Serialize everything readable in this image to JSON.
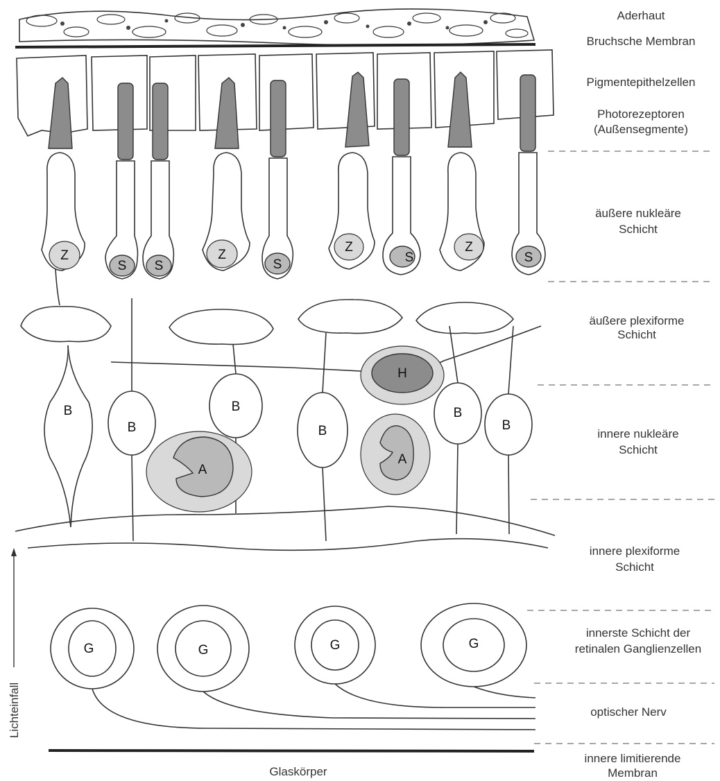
{
  "layers": [
    {
      "id": "aderhaut",
      "lines": [
        "Aderhaut"
      ]
    },
    {
      "id": "bruch",
      "lines": [
        "Bruchsche Membran"
      ]
    },
    {
      "id": "pigment",
      "lines": [
        "Pigmentepithelzellen"
      ]
    },
    {
      "id": "photorezeptoren",
      "lines": [
        "Photorezeptoren",
        "(Außensegmente)"
      ]
    },
    {
      "id": "aeussere-nuklear",
      "lines": [
        "äußere nukleäre",
        "Schicht"
      ]
    },
    {
      "id": "aeussere-plexiform",
      "lines": [
        "äußere plexiforme",
        "Schicht"
      ]
    },
    {
      "id": "innere-nuklear",
      "lines": [
        "innere nukleäre",
        "Schicht"
      ]
    },
    {
      "id": "innere-plexiform",
      "lines": [
        "innere plexiforme",
        "Schicht"
      ]
    },
    {
      "id": "ganglien",
      "lines": [
        "innerste Schicht der",
        "retinalen Ganglienzellen"
      ]
    },
    {
      "id": "nerv",
      "lines": [
        "optischer Nerv"
      ]
    },
    {
      "id": "limitierend",
      "lines": [
        "innere limitierende",
        "Membran"
      ]
    }
  ],
  "bottom_label": "Glaskörper",
  "light_label": "Lichteinfall",
  "cell_letters": {
    "cone": "Z",
    "rod": "S",
    "bipolar": "B",
    "horizontal": "H",
    "amacrine": "A",
    "ganglion": "G"
  }
}
